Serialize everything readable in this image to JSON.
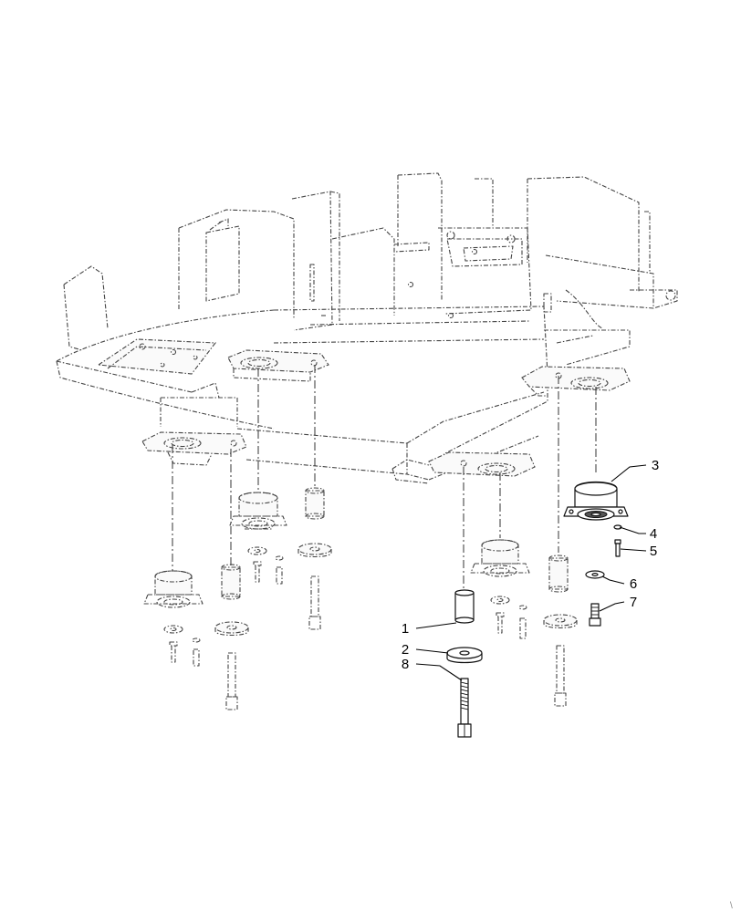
{
  "callouts": [
    {
      "id": "1",
      "label": "1"
    },
    {
      "id": "2",
      "label": "2"
    },
    {
      "id": "3",
      "label": "3"
    },
    {
      "id": "4",
      "label": "4"
    },
    {
      "id": "5",
      "label": "5"
    },
    {
      "id": "6",
      "label": "6"
    },
    {
      "id": "7",
      "label": "7"
    },
    {
      "id": "8",
      "label": "8"
    }
  ],
  "corner_mark": "\\"
}
